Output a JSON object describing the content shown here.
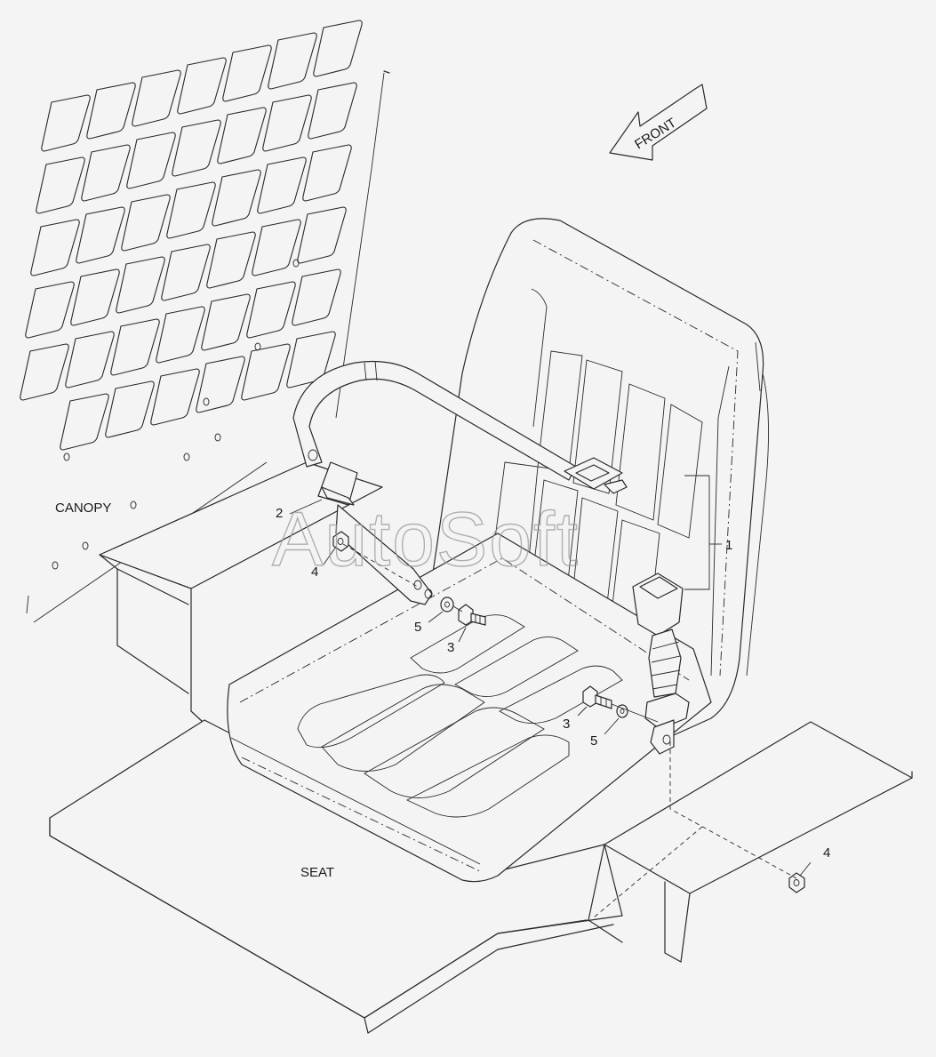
{
  "labels": {
    "canopy": "CANOPY",
    "seat": "SEAT",
    "front": "FRONT"
  },
  "callouts": {
    "c1": "1",
    "c2": "2",
    "c3a": "3",
    "c3b": "3",
    "c4a": "4",
    "c4b": "4",
    "c5a": "5",
    "c5b": "5"
  },
  "watermark": "AutoSoft"
}
